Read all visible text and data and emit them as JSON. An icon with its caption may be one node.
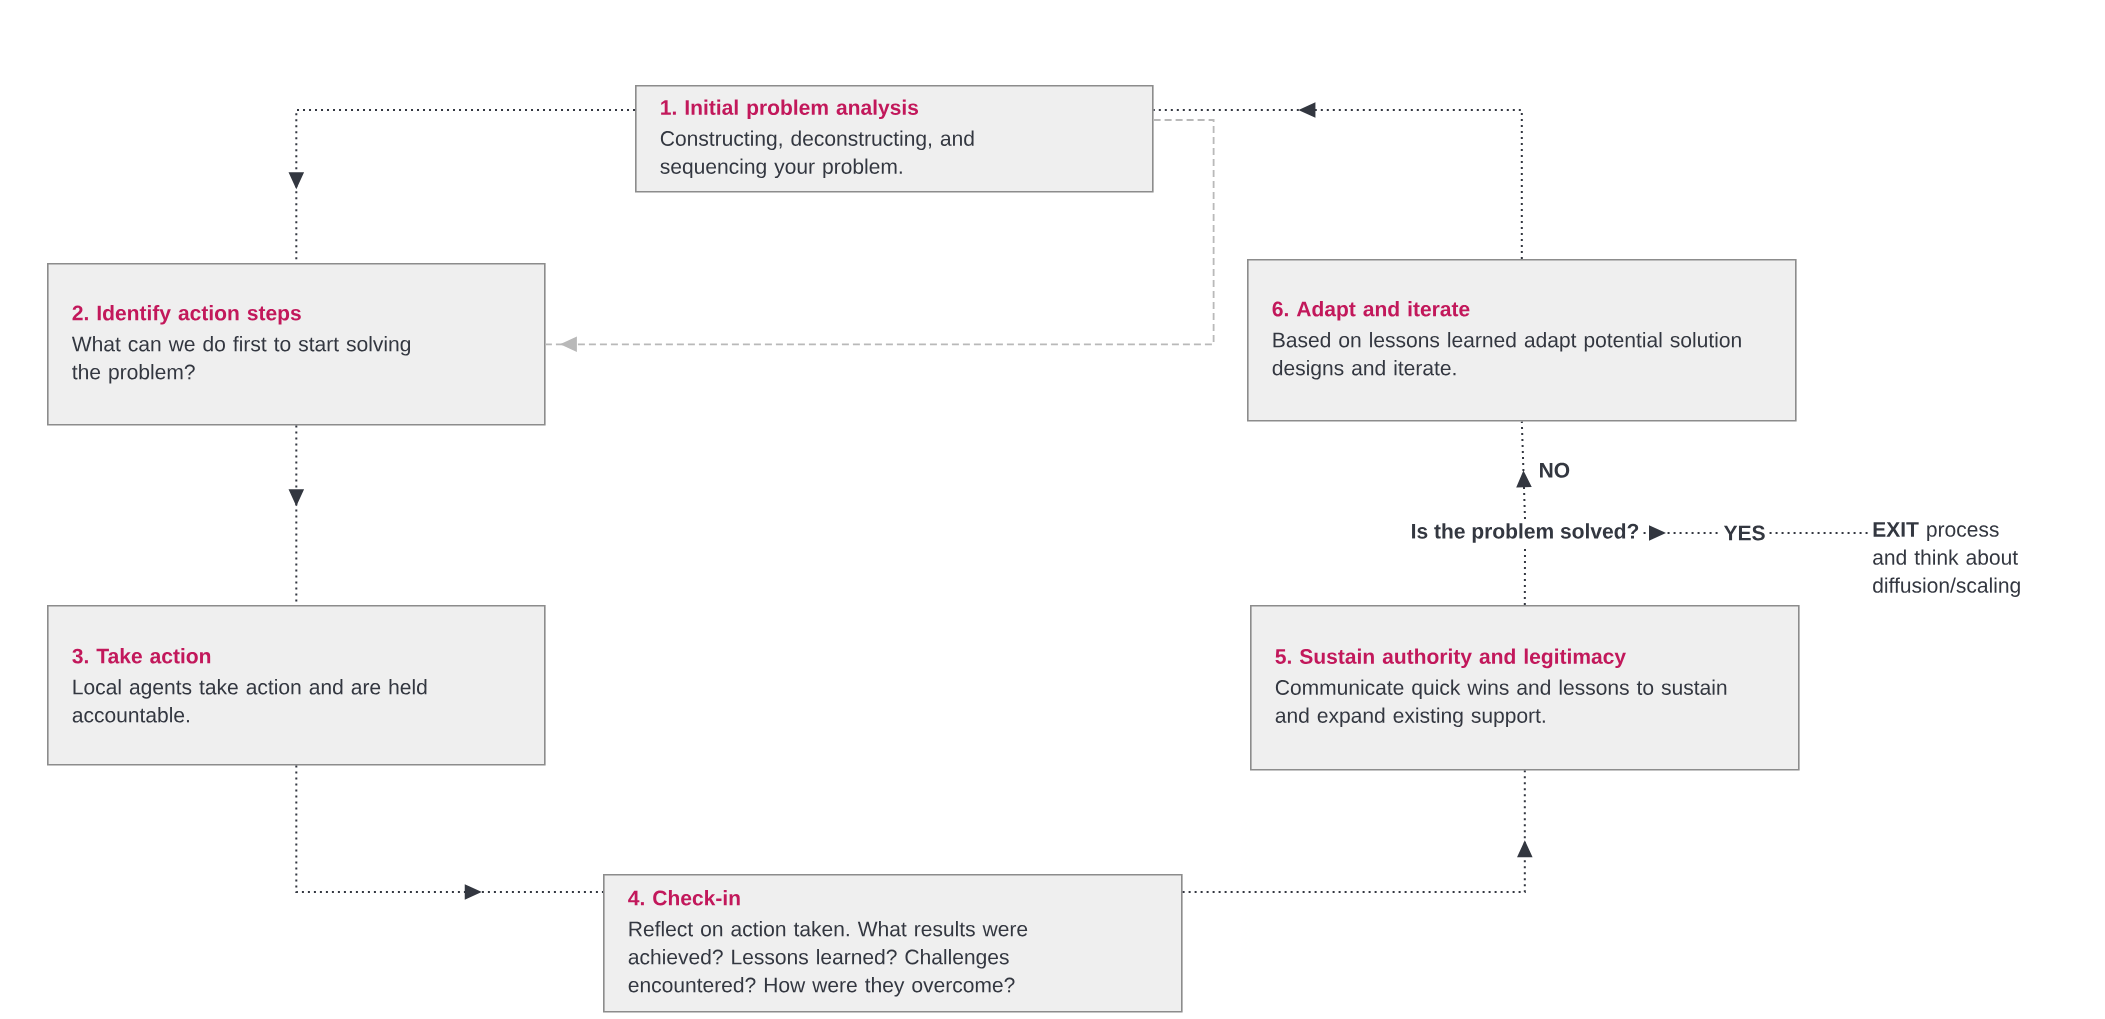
{
  "diagram": {
    "nodes": [
      {
        "text": [
          "1. Initial problem analysis",
          "Constructing, deconstructing, and sequencing your problem."
        ]
      },
      {
        "text": [
          "2. Identify action steps",
          "What can we do first to start solving the problem?"
        ]
      },
      {
        "text": [
          "3. Take action",
          "Local agents take action and are held accountable."
        ]
      },
      {
        "text": [
          "4. Check-in",
          "Reflect on action taken. What results were achieved? Lessons learned? Challenges encountered? How were they overcome?"
        ]
      },
      {
        "text": [
          "5. Sustain authority and legitimacy",
          "Communicate quick wins and lessons to sustain and expand existing support."
        ]
      },
      {
        "text": [
          "6. Adapt and iterate",
          "Based on lessons learned adapt potential solution designs and iterate."
        ]
      },
      {
        "text": [
          "Is the problem solved?"
        ]
      },
      {
        "text": [
          "**EXIT** process and think about diffusion/scaling"
        ]
      }
    ],
    "edges": [
      {
        "from": 0,
        "to": 1,
        "arrow": "to"
      },
      {
        "from": 0,
        "to": 1,
        "arrow": "to",
        "style": "dashed",
        "color": "#b9b9b9"
      },
      {
        "from": 1,
        "to": 2,
        "arrow": "to"
      },
      {
        "from": 2,
        "to": 3,
        "arrow": "to"
      },
      {
        "from": 3,
        "to": 4,
        "arrow": "to"
      },
      {
        "from": 4,
        "to": 6,
        "arrow": "none"
      },
      {
        "from": 6,
        "to": 5,
        "arrow": "to",
        "label": "NO"
      },
      {
        "from": 6,
        "to": 7,
        "arrow": "to",
        "label": "YES"
      },
      {
        "from": 5,
        "to": 0,
        "arrow": "to"
      }
    ]
  }
}
